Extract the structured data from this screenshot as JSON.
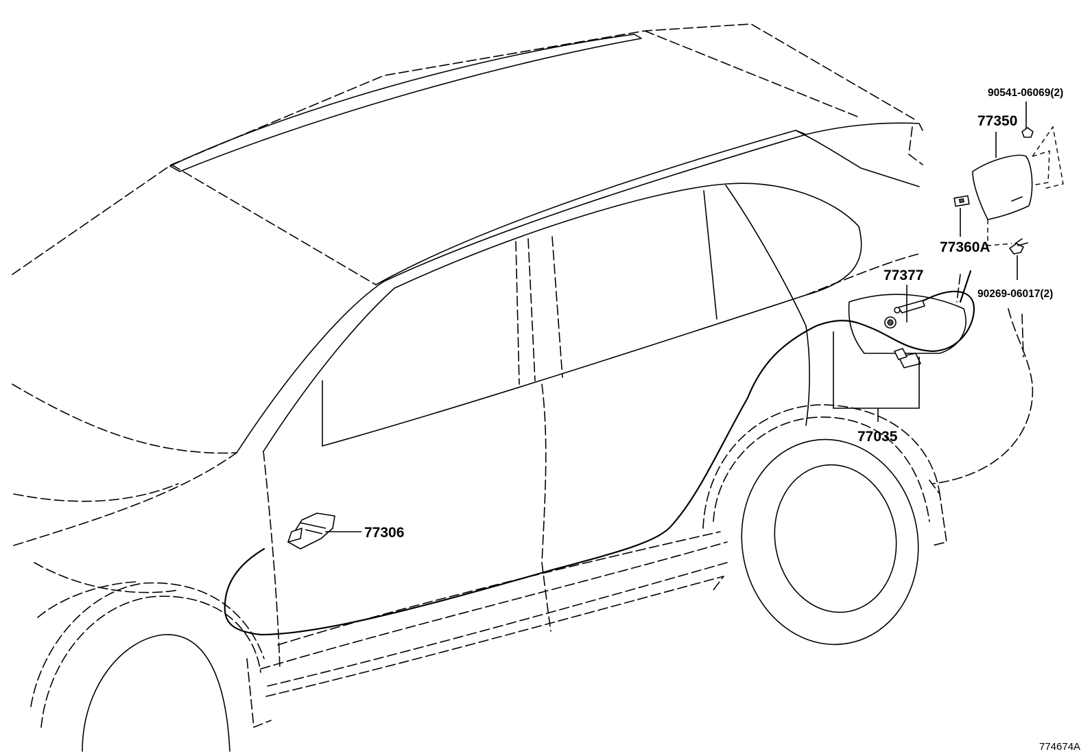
{
  "labels": {
    "part_77350": "77350",
    "part_77360a": "77360A",
    "part_77377": "77377",
    "part_77035": "77035",
    "part_77306": "77306",
    "bolt_90541": "90541-06069(2)",
    "clip_90269": "90269-06017(2)"
  },
  "diagram_code": "774674A"
}
